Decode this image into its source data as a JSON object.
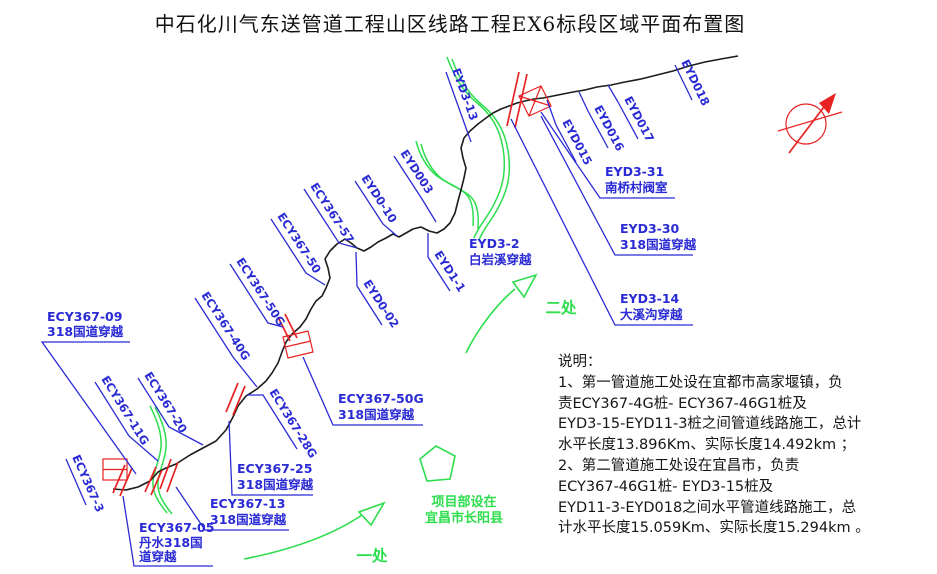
{
  "title": "中石化川气东送管道工程山区线路工程EX6标段区域平面布置图",
  "colors": {
    "pipeline": "#1c1c1c",
    "label_blue": "#2b2bd5",
    "river_green": "#2edd4e",
    "mark_red": "#e82222",
    "note_text": "#151515"
  },
  "pile_labels": {
    "eyd3_13": "EYD3-13",
    "eyd018": "EYD018",
    "eyd017": "EYD017",
    "eyd016": "EYD016",
    "eyd015": "EYD015",
    "eyd003": "EYD003",
    "eyd0_10": "EYD0-10",
    "ecy367_57": "ECY367-57",
    "ecy367_50": "ECY367-50",
    "ecy367_50g": "ECY367-50G",
    "ecy367_40g": "ECY367-40G",
    "eyd1_1": "EYD1-1",
    "eyd0_02": "EYD0-02",
    "ecy367_20": "ECY367-20",
    "ecy367_11g": "ECY367-11G",
    "ecy367_28g": "ECY367-28G",
    "ecy367_3": "ECY367-3"
  },
  "callouts": {
    "ecy367_09": {
      "l1": "ECY367-09",
      "l2": "318国道穿越"
    },
    "eyd3_2": {
      "l1": "EYD3-2",
      "l2": "白岩溪穿越"
    },
    "eyd3_31": {
      "l1": "EYD3-31",
      "l2": "南桥村阀室"
    },
    "eyd3_30": {
      "l1": "EYD3-30",
      "l2": "318国道穿越"
    },
    "eyd3_14": {
      "l1": "EYD3-14",
      "l2": "大溪沟穿越"
    },
    "ecy367_50g_h": {
      "l1": "ECY367-50G",
      "l2": "318国道穿越"
    },
    "ecy367_25": {
      "l1": "ECY367-25",
      "l2": "318国道穿越"
    },
    "ecy367_13": {
      "l1": "ECY367-13",
      "l2": "318国道穿越"
    },
    "ecy367_05": {
      "l1": "ECY367-05",
      "l2": "丹水318国",
      "l3": "道穿越"
    }
  },
  "green_notes": {
    "project_line1": "项目部设在",
    "project_line2": "宜昌市长阳县",
    "site_one": "一处",
    "site_two": "二处"
  },
  "notes": {
    "heading": "说明：",
    "lines": [
      "1、第一管道施工处设在宜都市高家堰镇，负",
      "责ECY367-4G桩- ECY367-46G1桩及",
      "EYD3-15-EYD11-3桩之间管道线路施工，总计",
      "水平长度13.896Km、实际长度14.492km ；",
      "2、第二管道施工处设在宜昌市，负责",
      "ECY367-46G1桩- EYD3-15桩及",
      "EYD11-3-EYD018之间水平管道线路施工，总",
      "计水平长度15.059Km、实际长度15.294km 。"
    ]
  }
}
